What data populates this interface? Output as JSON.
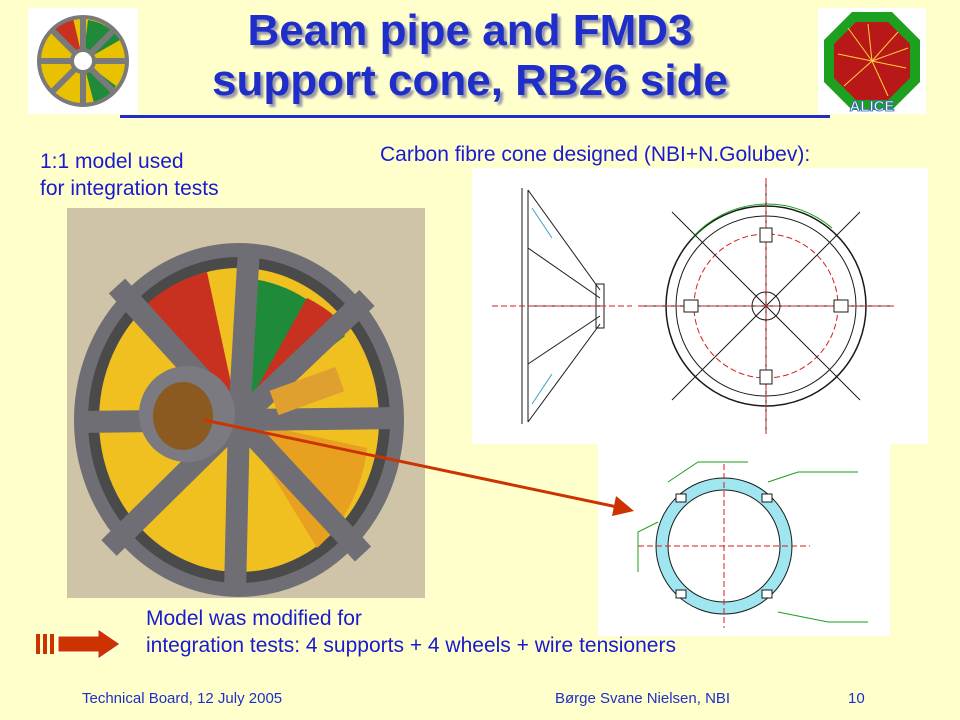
{
  "slide": {
    "title_line1": "Beam pipe and FMD3",
    "title_line2": "support cone,  RB26 side",
    "left_caption_line1": "1:1 model used",
    "left_caption_line2": "for integration tests",
    "right_caption": "Carbon fibre cone designed (NBI+N.Golubev):",
    "bottom_line1": "Model was modified for",
    "bottom_line2": "integration tests: 4 supports + 4 wheels + wire tensioners",
    "logo_text": "ALICE"
  },
  "footer": {
    "left": "Technical Board, 12 July 2005",
    "center": "Børge Svane Nielsen, NBI",
    "page": "10"
  },
  "colors": {
    "background": "#ffffcc",
    "title": "#1f2ec8",
    "text": "#1a1ad0",
    "arrow": "#cc3300"
  }
}
